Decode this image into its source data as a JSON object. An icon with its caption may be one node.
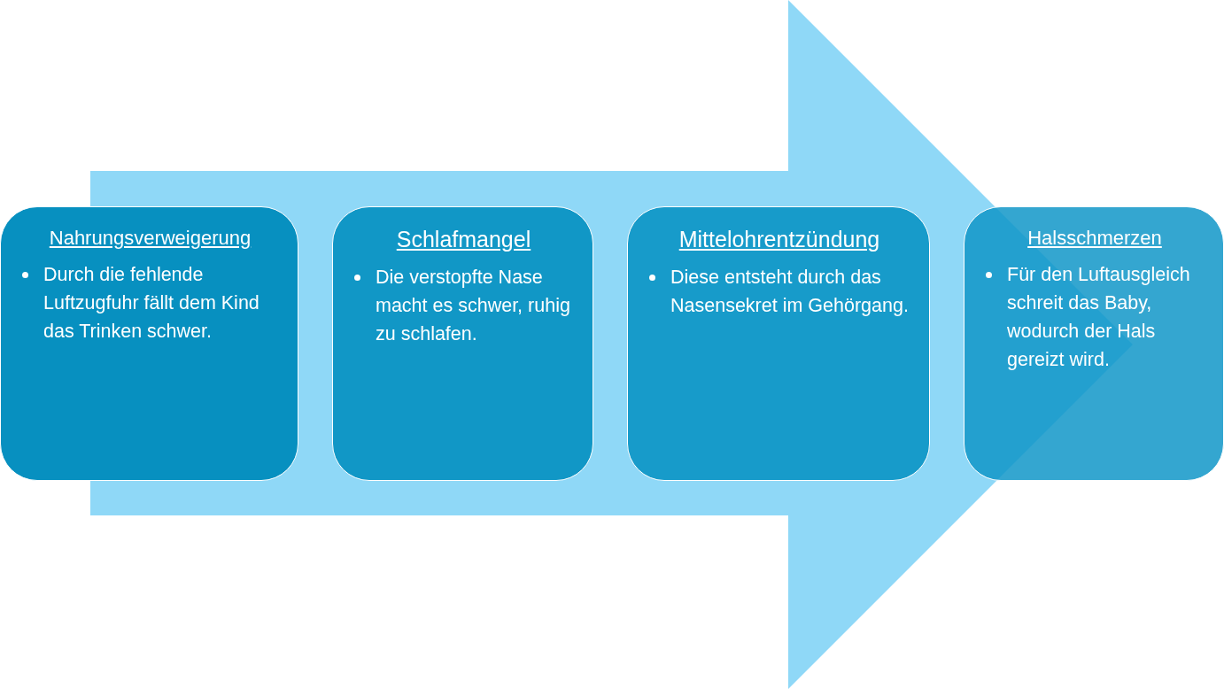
{
  "diagram": {
    "nodes": [
      {
        "text": [
          "Nahrungsverweigerung",
          "Durch die fehlende Luftzugfuhr fällt dem Kind das Trinken schwer."
        ]
      },
      {
        "text": [
          "Schlafmangel",
          "Die verstopfte Nase macht es schwer, ruhig zu schlafen."
        ]
      },
      {
        "text": [
          "Mittelohrentzündung",
          "Diese entsteht durch das Nasensekret im Gehörgang."
        ]
      },
      {
        "text": [
          "Halsschmerzen",
          "Für den Luftausgleich schreit das Baby, wodurch der Hals gereizt wird."
        ]
      }
    ],
    "edges": [
      {
        "from": 0,
        "to": 3,
        "arrow": "to"
      }
    ]
  }
}
